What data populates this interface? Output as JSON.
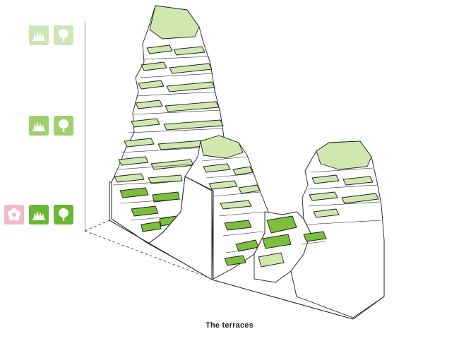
{
  "caption": "The terraces",
  "levels": [
    {
      "level": "top",
      "icons": [
        "grass-icon",
        "tree-icon"
      ],
      "tone": "faint"
    },
    {
      "level": "middle",
      "icons": [
        "grass-icon",
        "tree-icon"
      ],
      "tone": "medium"
    },
    {
      "level": "bottom",
      "icons": [
        "flower-icon",
        "grass-icon",
        "tree-icon"
      ],
      "tone": "strong"
    }
  ],
  "colors": {
    "terrace_green": "#cfe8ad",
    "planted_green": "#7bbf3c",
    "flower_pink": "#f5b8c8",
    "icon_faint": "#cde6b5",
    "icon_medium": "#9fd06e",
    "icon_strong": "#6ab734",
    "outline": "#1e1e1e"
  }
}
